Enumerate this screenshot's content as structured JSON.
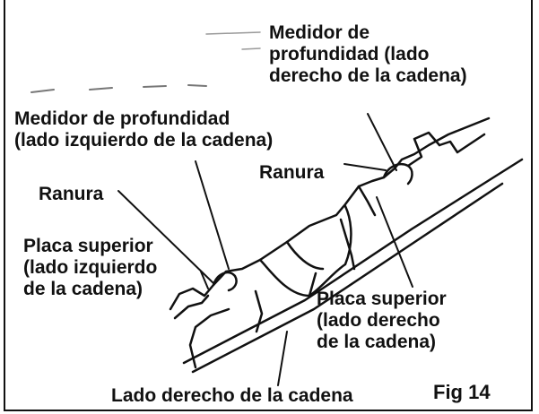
{
  "labels": {
    "depth_gauge_right": "Medidor de\nprofundidad (lado\nderecho de la cadena)",
    "depth_gauge_left": "Medidor de profundidad\n(lado izquierdo de la cadena)",
    "groove_right": "Ranura",
    "groove_left": "Ranura",
    "top_plate_left": "Placa superior\n(lado izquierdo\nde la cadena)",
    "top_plate_right": "Placa superior\n(lado derecho\nde la cadena)",
    "chain_right_side": "Lado derecho de la cadena",
    "figure_number": "Fig 14"
  },
  "colors": {
    "ink": "#111111",
    "background": "#ffffff"
  }
}
